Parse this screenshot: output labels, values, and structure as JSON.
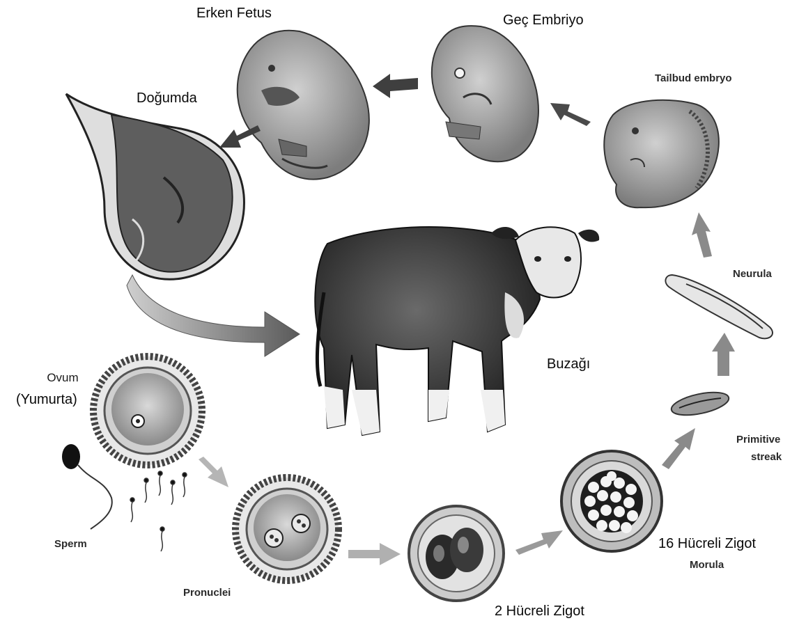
{
  "diagram": {
    "labels": {
      "erken_fetus": "Erken Fetus",
      "gec_embriyo": "Geç Embriyo",
      "tailbud": "Tailbud embryo",
      "dogumda": "Doğumda",
      "neurula": "Neurula",
      "buzagi": "Buzağı",
      "ovum": "Ovum",
      "yumurta": "(Yumurta)",
      "primitive": "Primitive",
      "streak": "streak",
      "sperm": "Sperm",
      "zigot16": "16 Hücreli Zigot",
      "morula": "Morula",
      "pronuclei": "Pronuclei",
      "zigot2": "2 Hücreli Zigot"
    }
  }
}
